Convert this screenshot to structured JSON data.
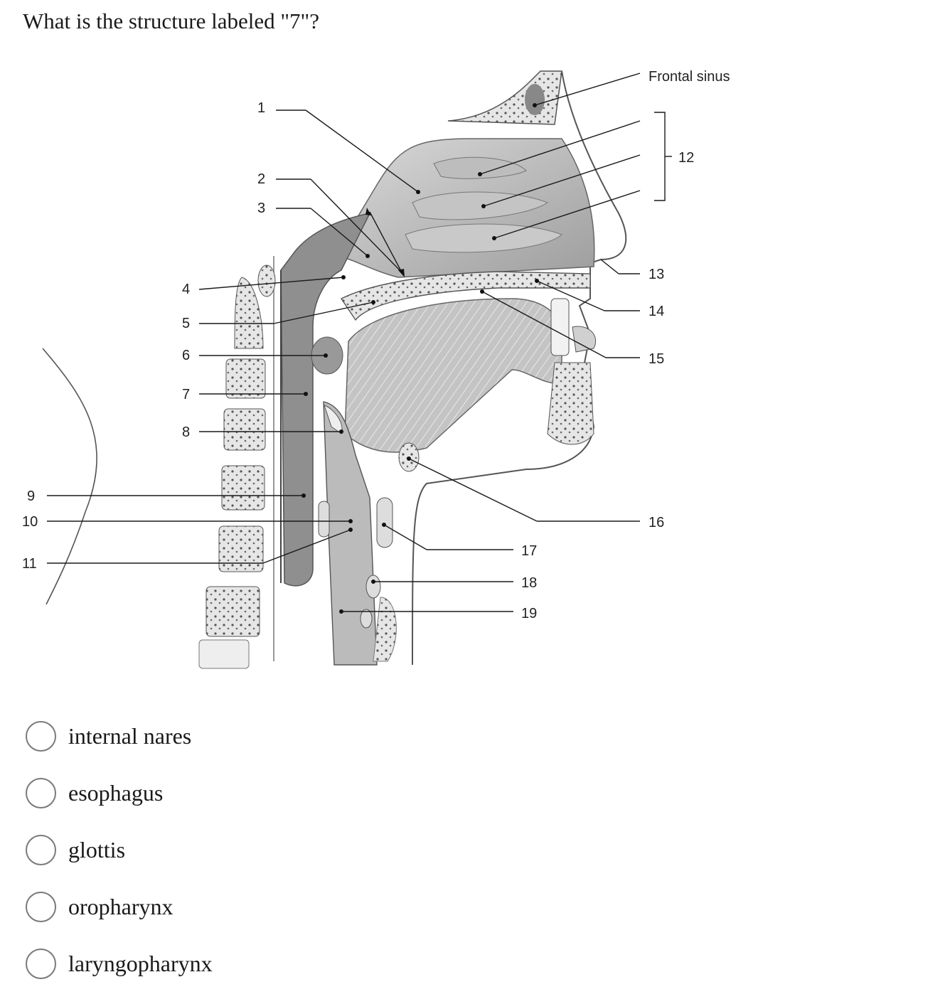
{
  "question": "What is the structure labeled \"7\"?",
  "figure": {
    "labels": {
      "frontal_sinus": "Frontal sinus",
      "n1": "1",
      "n2": "2",
      "n3": "3",
      "n4": "4",
      "n5": "5",
      "n6": "6",
      "n7": "7",
      "n8": "8",
      "n9": "9",
      "n10": "10",
      "n11": "11",
      "n12": "12",
      "n13": "13",
      "n14": "14",
      "n15": "15",
      "n16": "16",
      "n17": "17",
      "n18": "18",
      "n19": "19"
    }
  },
  "options": [
    {
      "label": "internal nares"
    },
    {
      "label": "esophagus"
    },
    {
      "label": "glottis"
    },
    {
      "label": "oropharynx"
    },
    {
      "label": "laryngopharynx"
    }
  ]
}
